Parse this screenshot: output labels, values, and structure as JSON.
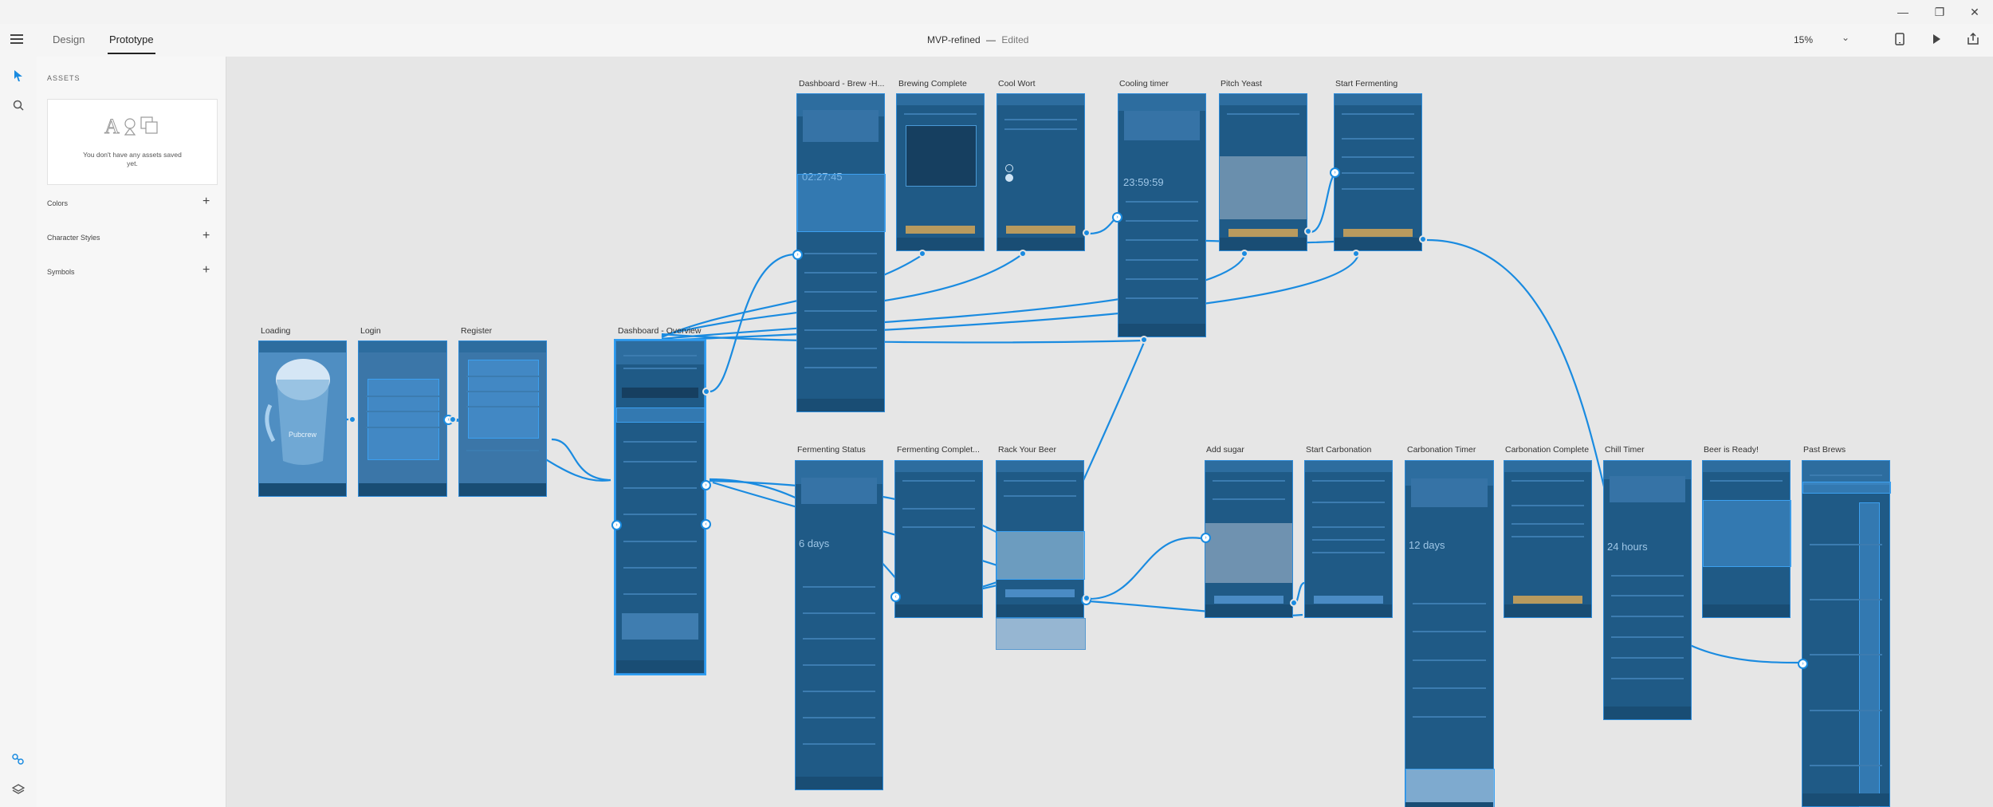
{
  "window": {
    "minimize": "—",
    "restore": "❐",
    "close": "✕"
  },
  "toolbar": {
    "menu_icon": "hamburger-icon",
    "tabs": [
      {
        "label": "Design",
        "active": false
      },
      {
        "label": "Prototype",
        "active": true
      }
    ],
    "doc_name": "MVP-refined",
    "doc_sep": "—",
    "doc_status": "Edited",
    "zoom": "15%",
    "zoom_caret": "⌄",
    "device_icon": "device-preview-icon",
    "play_icon": "play-icon",
    "share_icon": "share-icon"
  },
  "rail": {
    "icons": [
      "select-arrow-icon",
      "search-icon",
      "plugins-icon",
      "layers-icon"
    ]
  },
  "assets": {
    "heading": "ASSETS",
    "empty_text": "You don't have any assets saved yet.",
    "sections": [
      {
        "label": "Colors",
        "plus": "+"
      },
      {
        "label": "Character Styles",
        "plus": "+"
      },
      {
        "label": "Symbols",
        "plus": "+"
      }
    ]
  },
  "artboards": [
    {
      "name": "Loading",
      "label_inside": "Pubcrew"
    },
    {
      "name": "Login"
    },
    {
      "name": "Register"
    },
    {
      "name": "Dashboard - Overview"
    },
    {
      "name": "Dashboard - Brew -H..."
    },
    {
      "name": "Brewing Complete"
    },
    {
      "name": "Cool Wort"
    },
    {
      "name": "Cooling timer",
      "big_text": "23:59:59"
    },
    {
      "name": "Pitch Yeast"
    },
    {
      "name": "Start Fermenting"
    },
    {
      "name": "Fermenting Status",
      "big_text": "6 days"
    },
    {
      "name": "Fermenting Complet..."
    },
    {
      "name": "Rack Your Beer"
    },
    {
      "name": "Add sugar"
    },
    {
      "name": "Start Carbonation"
    },
    {
      "name": "Carbonation Timer",
      "big_text": "12 days"
    },
    {
      "name": "Carbonation Complete"
    },
    {
      "name": "Chill Timer",
      "big_text": "24 hours"
    },
    {
      "name": "Beer is Ready!"
    },
    {
      "name": "Past Brews"
    }
  ],
  "brew_timer_text": "02:27:45",
  "colors": {
    "accent": "#1a8be0",
    "artboard_fill": "#1f5a86",
    "canvas": "#e6e6e6"
  }
}
